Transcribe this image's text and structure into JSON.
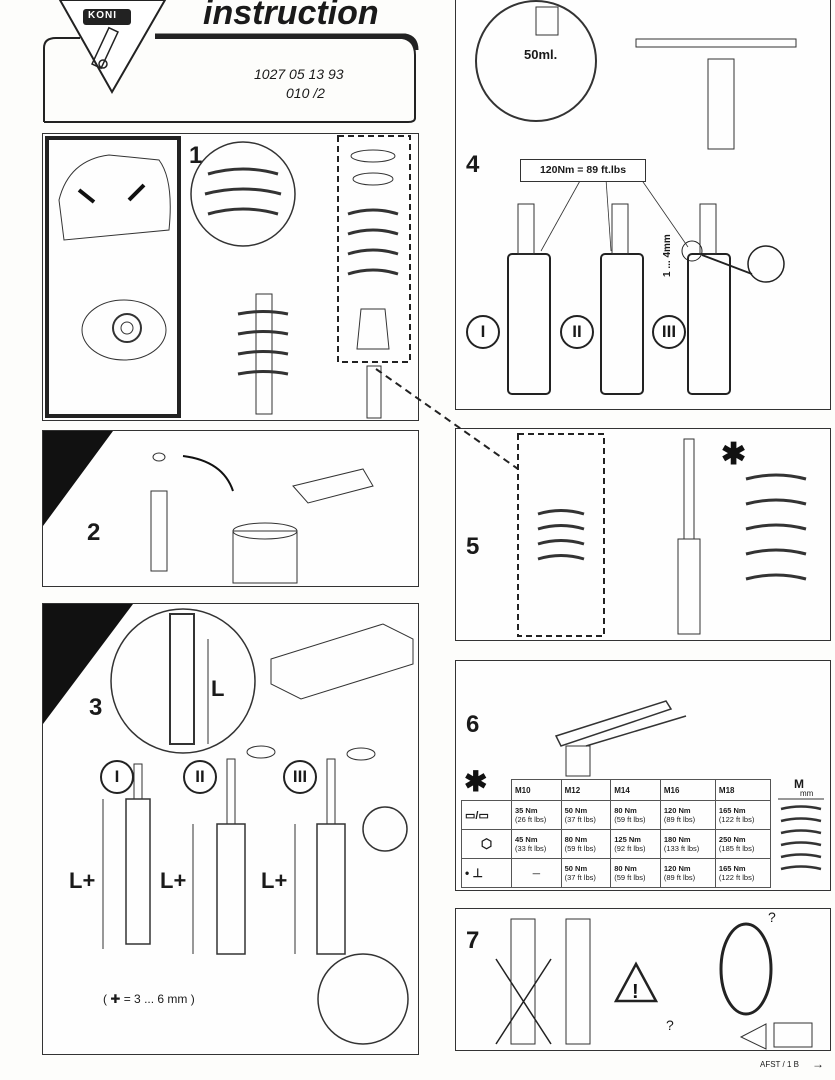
{
  "header": {
    "brand": "KONI",
    "title": "instruction",
    "part_number": "1027 05 13 93",
    "revision": "010 /2"
  },
  "steps": [
    {
      "number": "1"
    },
    {
      "number": "2"
    },
    {
      "number": "3",
      "label_L": "L",
      "label_Lplus": "L+",
      "roman": [
        "I",
        "II",
        "III"
      ],
      "note": "( ✚ = 3 ... 6 mm )"
    },
    {
      "number": "4",
      "oil": "50ml.",
      "torque_label": "120Nm = 89 ft.lbs",
      "gap": "1 ... 4mm",
      "roman": [
        "I",
        "II",
        "III"
      ]
    },
    {
      "number": "5"
    },
    {
      "number": "6"
    },
    {
      "number": "7",
      "question": "?"
    }
  ],
  "torque_table": {
    "columns": [
      "M10",
      "M12",
      "M14",
      "M16",
      "M18"
    ],
    "rows": [
      {
        "icon": "nut-washer-icon",
        "values": [
          [
            "35 Nm",
            "(26 ft lbs)"
          ],
          [
            "50 Nm",
            "(37 ft lbs)"
          ],
          [
            "80 Nm",
            "(59 ft lbs)"
          ],
          [
            "120 Nm",
            "(89 ft lbs)"
          ],
          [
            "165 Nm",
            "(122 ft lbs)"
          ]
        ]
      },
      {
        "icon": "nut-icon",
        "values": [
          [
            "45 Nm",
            "(33 ft lbs)"
          ],
          [
            "80 Nm",
            "(59 ft lbs)"
          ],
          [
            "125 Nm",
            "(92 ft lbs)"
          ],
          [
            "180 Nm",
            "(133 ft lbs)"
          ],
          [
            "250 Nm",
            "(185 ft lbs)"
          ]
        ]
      },
      {
        "icon": "bolt-icon",
        "values": [
          [
            "—",
            ""
          ],
          [
            "50 Nm",
            "(37 ft lbs)"
          ],
          [
            "80 Nm",
            "(59 ft lbs)"
          ],
          [
            "120 Nm",
            "(89 ft lbs)"
          ],
          [
            "165 Nm",
            "(122 ft lbs)"
          ]
        ]
      }
    ],
    "thread_label": "M",
    "thread_unit": "mm"
  },
  "footer": {
    "page_ref": "AFST / 1 B",
    "arrow": "→"
  }
}
